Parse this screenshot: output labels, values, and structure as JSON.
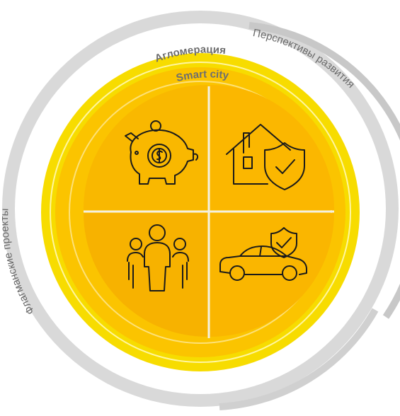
{
  "diagram": {
    "outer_ring_labels": {
      "flagship": "Флагманские проекты",
      "prospects": "Перспективы развития"
    },
    "rings": {
      "agglomeration": "Агломерация",
      "smart_city": "Smart city"
    },
    "quadrants": [
      {
        "icon": "piggy-bank-icon"
      },
      {
        "icon": "house-shield-icon"
      },
      {
        "icon": "people-group-icon"
      },
      {
        "icon": "car-shield-icon"
      }
    ],
    "colors": {
      "outer_gray": "#d9d9d9",
      "arc_gray": "#c8c8c8",
      "agglomeration_ring": "#f7dc00",
      "smart_city_ring": "#fbc400",
      "quadrant_top_left": "#f9b800",
      "quadrant_top_right": "#fbb700",
      "quadrant_bottom_left": "#f7b200",
      "quadrant_bottom_right": "#fab600",
      "divider": "#f4efe0"
    }
  }
}
